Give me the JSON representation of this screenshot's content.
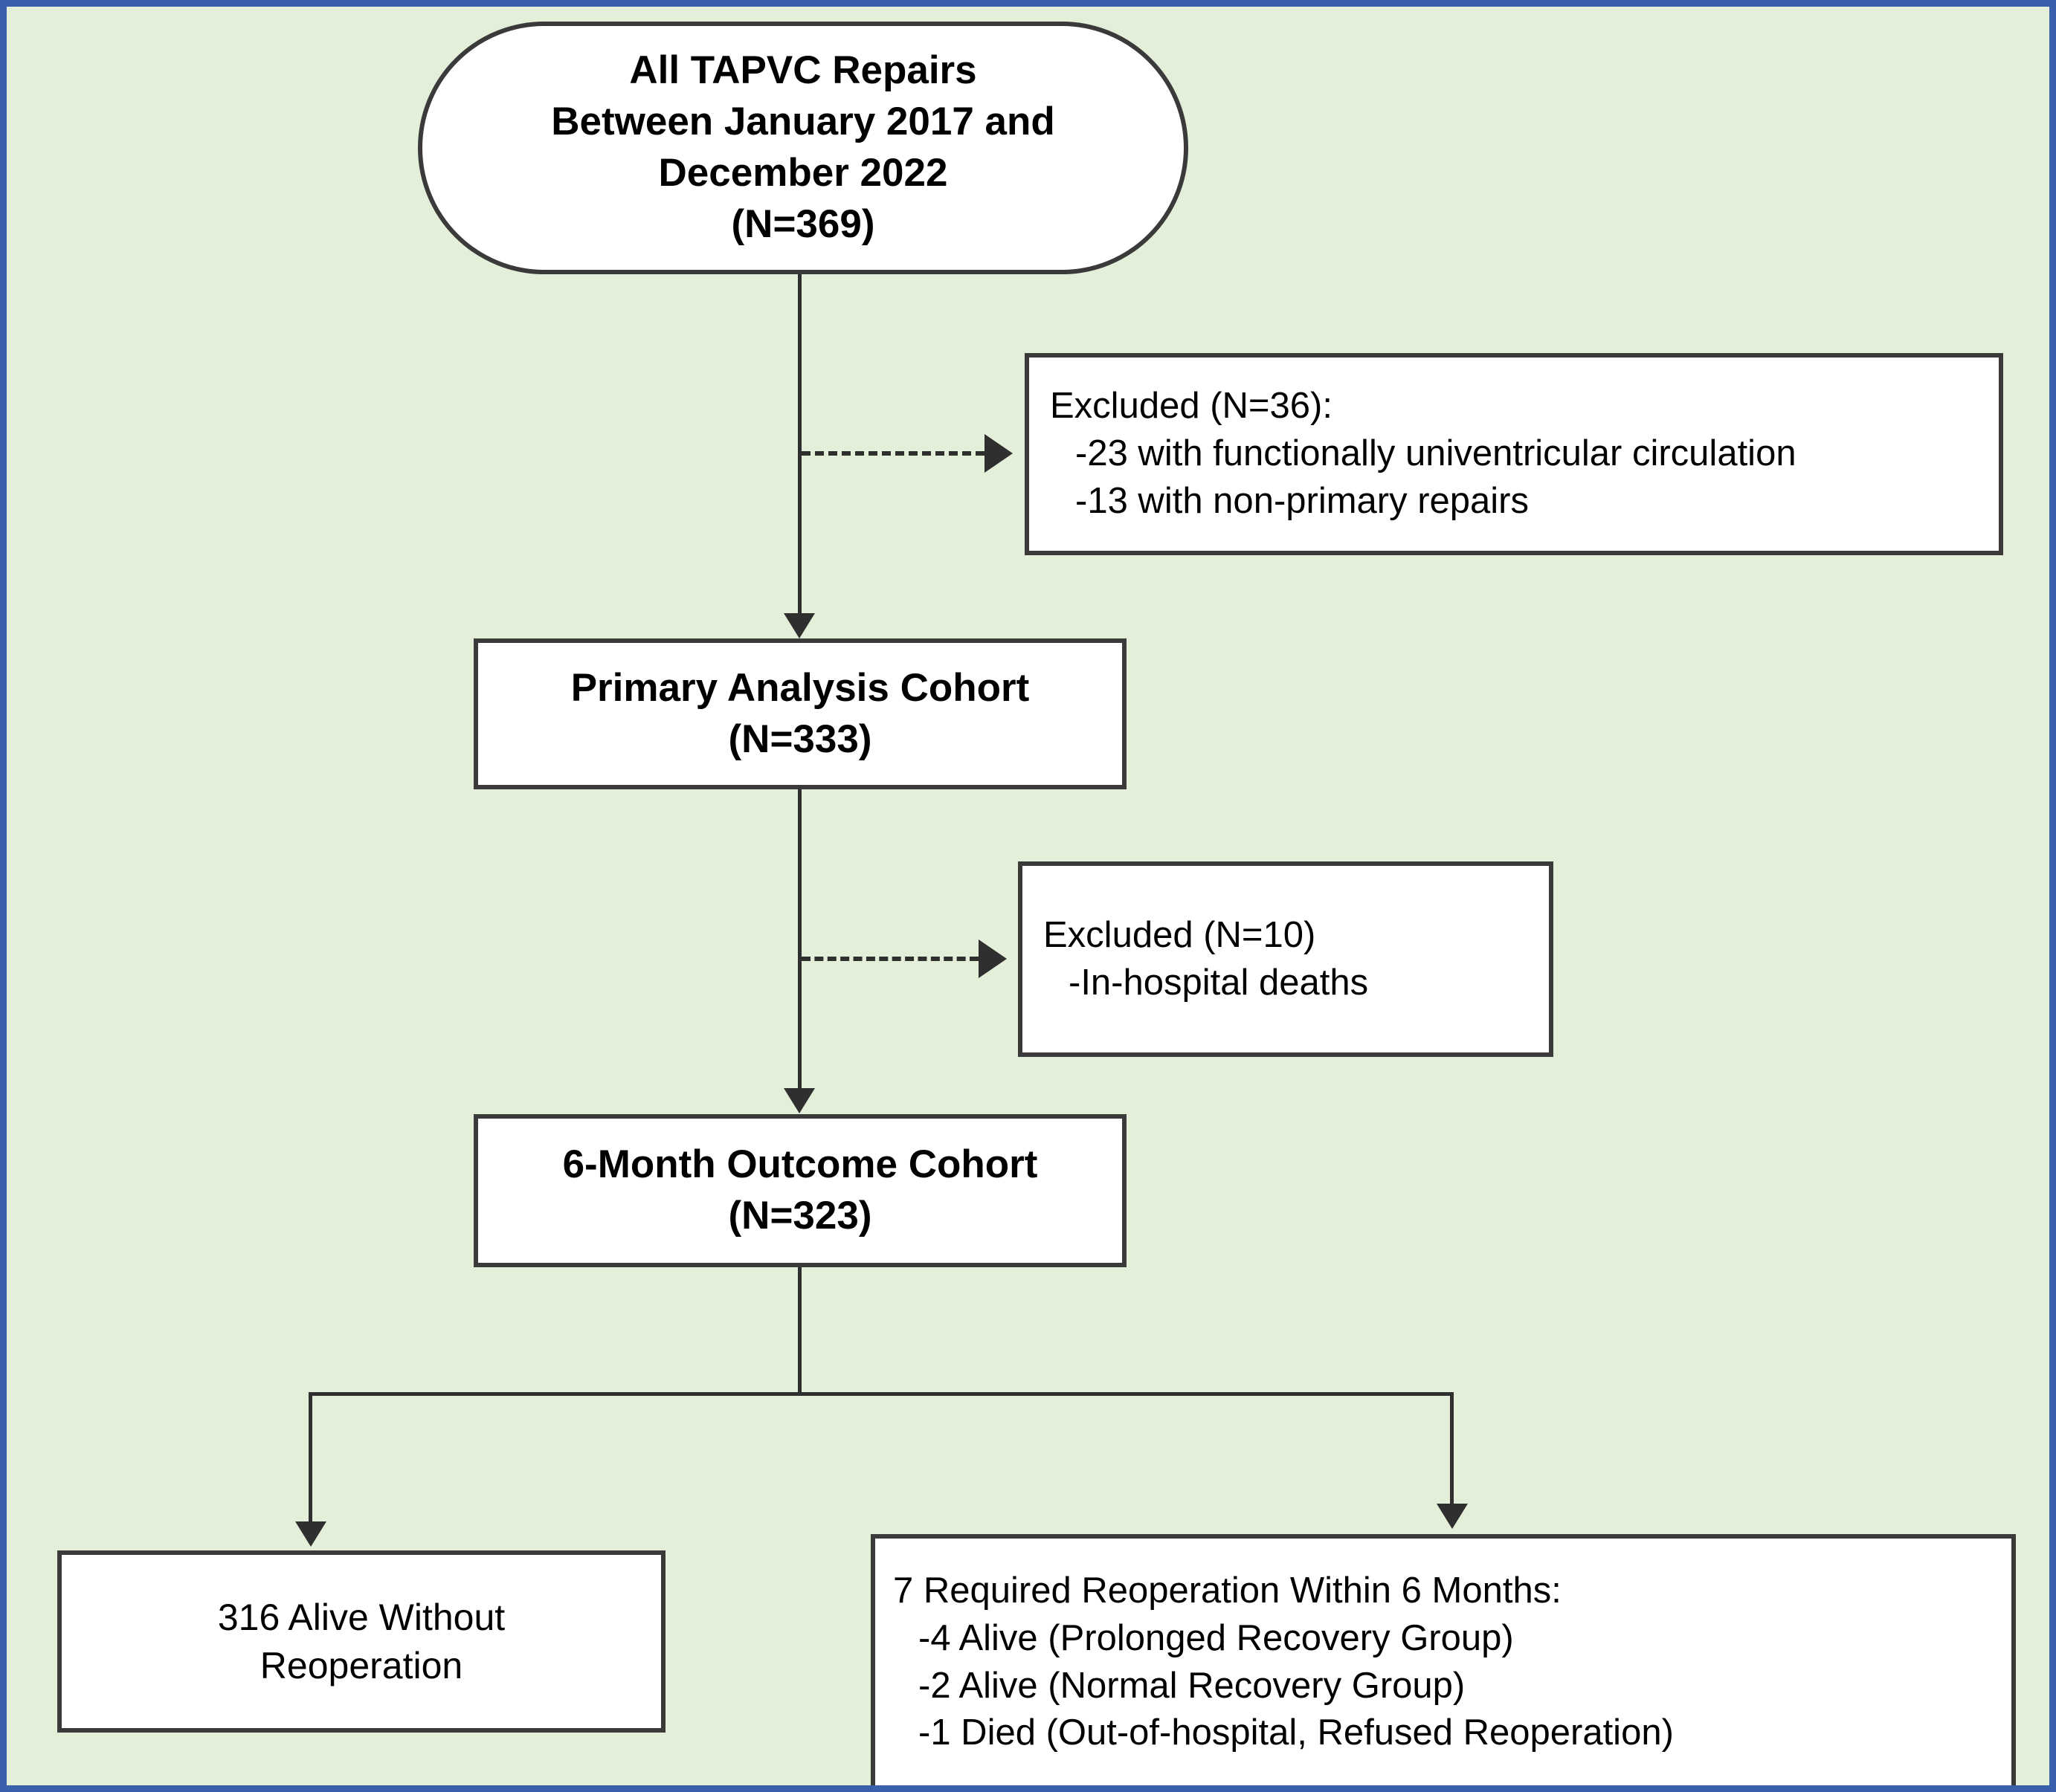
{
  "figure": {
    "type": "flowchart",
    "background_color": "#E3EFD9",
    "frame_color": "#3A5FAB",
    "node_fill": "#FFFFFF",
    "node_border_color": "#3A3A3A",
    "connector_color": "#2F2F2F"
  },
  "nodes": {
    "source_cohort": {
      "shape": "rounded",
      "bold": true,
      "lines": [
        "All TAPVC Repairs",
        "Between January 2017 and",
        "December 2022",
        "(N=369)"
      ]
    },
    "excluded_1": {
      "shape": "rect",
      "bold": false,
      "lines": [
        "Excluded (N=36):",
        "-23 with functionally univentricular circulation",
        "-13 with non-primary repairs"
      ]
    },
    "primary_cohort": {
      "shape": "rect",
      "bold": true,
      "lines": [
        "Primary Analysis Cohort",
        "(N=333)"
      ]
    },
    "excluded_2": {
      "shape": "rect",
      "bold": false,
      "lines": [
        "Excluded (N=10)",
        "-In-hospital deaths"
      ]
    },
    "six_month_cohort": {
      "shape": "rect",
      "bold": true,
      "lines": [
        "6-Month Outcome Cohort",
        "(N=323)"
      ]
    },
    "alive_no_reop": {
      "shape": "rect",
      "bold": false,
      "lines": [
        "316 Alive Without",
        "Reoperation"
      ]
    },
    "reoperation": {
      "shape": "rect",
      "bold": false,
      "lines": [
        "7 Required Reoperation Within 6 Months:",
        "-4 Alive  (Prolonged Recovery Group)",
        "-2 Alive  (Normal Recovery Group)",
        "-1 Died  (Out-of-hospital, Refused Reoperation)"
      ]
    }
  },
  "counts": {
    "all_repairs": 369,
    "excluded_total_1": 36,
    "excluded_univentricular": 23,
    "excluded_non_primary": 13,
    "primary_analysis_cohort": 333,
    "excluded_total_2": 10,
    "six_month_outcome_cohort": 323,
    "alive_without_reoperation": 316,
    "required_reoperation": 7,
    "reop_alive_prolonged_recovery": 4,
    "reop_alive_normal_recovery": 2,
    "reop_died": 1
  },
  "edges": [
    {
      "from": "source_cohort",
      "to": "primary_cohort",
      "style": "solid"
    },
    {
      "from": "source_cohort",
      "to": "excluded_1",
      "style": "dashed"
    },
    {
      "from": "primary_cohort",
      "to": "six_month_cohort",
      "style": "solid"
    },
    {
      "from": "primary_cohort",
      "to": "excluded_2",
      "style": "dashed"
    },
    {
      "from": "six_month_cohort",
      "to": "alive_no_reop",
      "style": "solid"
    },
    {
      "from": "six_month_cohort",
      "to": "reoperation",
      "style": "solid"
    }
  ]
}
